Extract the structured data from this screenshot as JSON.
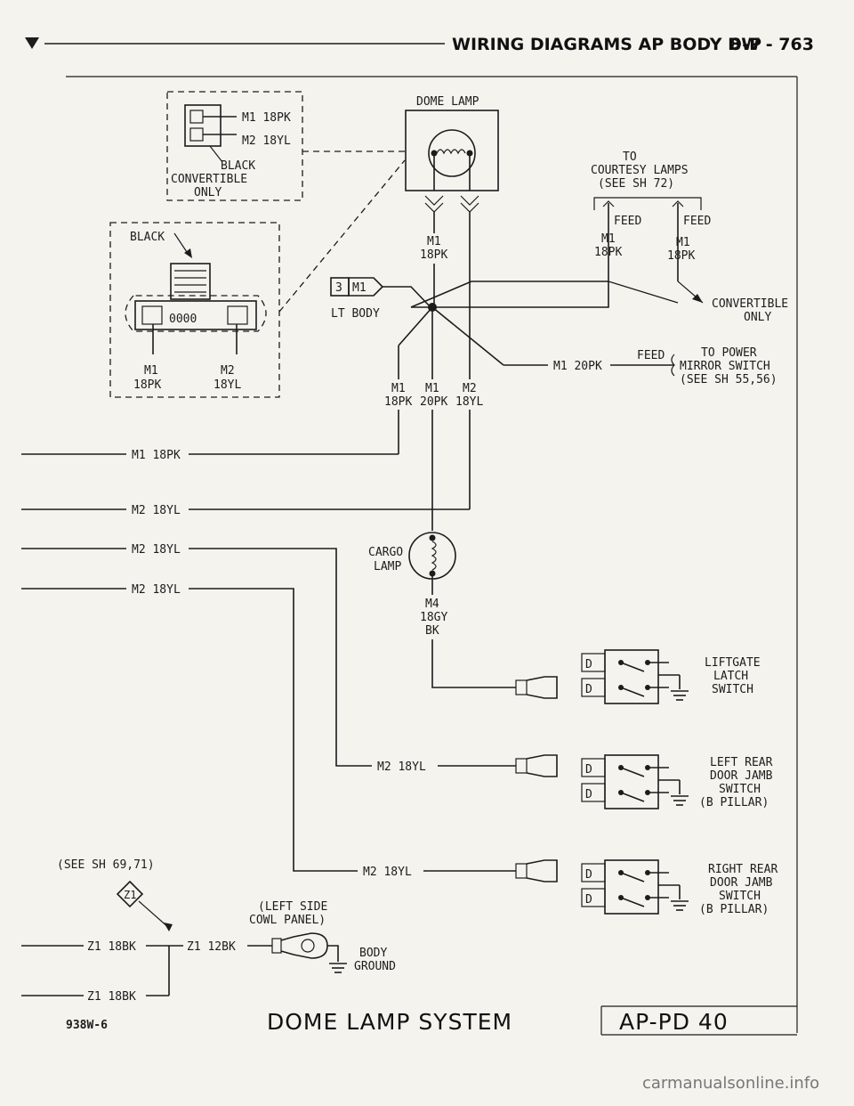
{
  "header": {
    "title": "WIRING DIAGRAMS AP BODY D-P",
    "page": "8W - 763"
  },
  "top_connector": {
    "pin1": "M1 18PK",
    "pin2": "M2 18YL",
    "color": "BLACK",
    "note_line1": "CONVERTIBLE",
    "note_line2": "ONLY"
  },
  "lamp_connector": {
    "color": "BLACK",
    "pin1_circuit": "M1",
    "pin1_wire": "18PK",
    "pin2_circuit": "M2",
    "pin2_wire": "18YL"
  },
  "dome_lamp": {
    "label": "DOME LAMP",
    "left_circuit": "M1",
    "left_wire": "18PK"
  },
  "courtesy": {
    "line1": "TO",
    "line2": "COURTESY LAMPS",
    "line3": "(SEE SH 72)",
    "feed1": "FEED",
    "feed2": "FEED",
    "w1_circuit": "M1",
    "w1_wire": "18PK",
    "w2_circuit": "M1",
    "w2_wire": "18PK",
    "convertible": "CONVERTIBLE",
    "only": "ONLY"
  },
  "splice": {
    "code": "3",
    "circuit": "M1",
    "location": "LT BODY"
  },
  "mirror": {
    "wire": "M1 20PK",
    "feed": "FEED",
    "line1": "TO POWER",
    "line2": "MIRROR SWITCH",
    "line3": "(SEE SH 55,56)"
  },
  "trunk": {
    "c1": "M1",
    "w1": "18PK",
    "c2": "M1",
    "w2": "20PK",
    "c3": "M2",
    "w3": "18YL"
  },
  "left_wires": {
    "w1": "M1 18PK",
    "w2": "M2 18YL",
    "w3": "M2 18YL",
    "w4": "M2 18YL"
  },
  "cargo": {
    "line1": "CARGO",
    "line2": "LAMP",
    "wire1": "M4",
    "wire2": "18GY",
    "wire3": "BK"
  },
  "switches": {
    "terminal": "D",
    "liftgate": [
      "LIFTGATE",
      "LATCH",
      "SWITCH"
    ],
    "left_rear_wire": "M2 18YL",
    "left_rear": [
      "LEFT REAR",
      "DOOR JAMB",
      "SWITCH",
      "(B PILLAR)"
    ],
    "right_rear_wire": "M2 18YL",
    "right_rear": [
      "RIGHT REAR",
      "DOOR JAMB",
      "SWITCH",
      "(B PILLAR)"
    ]
  },
  "ground": {
    "see": "(SEE SH 69,71)",
    "splice": "Z1",
    "wire_in": "Z1 18BK",
    "wire_out": "Z1 12BK",
    "wire_lower": "Z1 18BK",
    "loc1": "(LEFT SIDE",
    "loc2": "COWL PANEL)",
    "body1": "BODY",
    "body2": "GROUND"
  },
  "footer": {
    "code": "938W-6",
    "title": "DOME LAMP SYSTEM",
    "page": "AP-PD 40"
  },
  "watermark": "carmanualsonline.info"
}
